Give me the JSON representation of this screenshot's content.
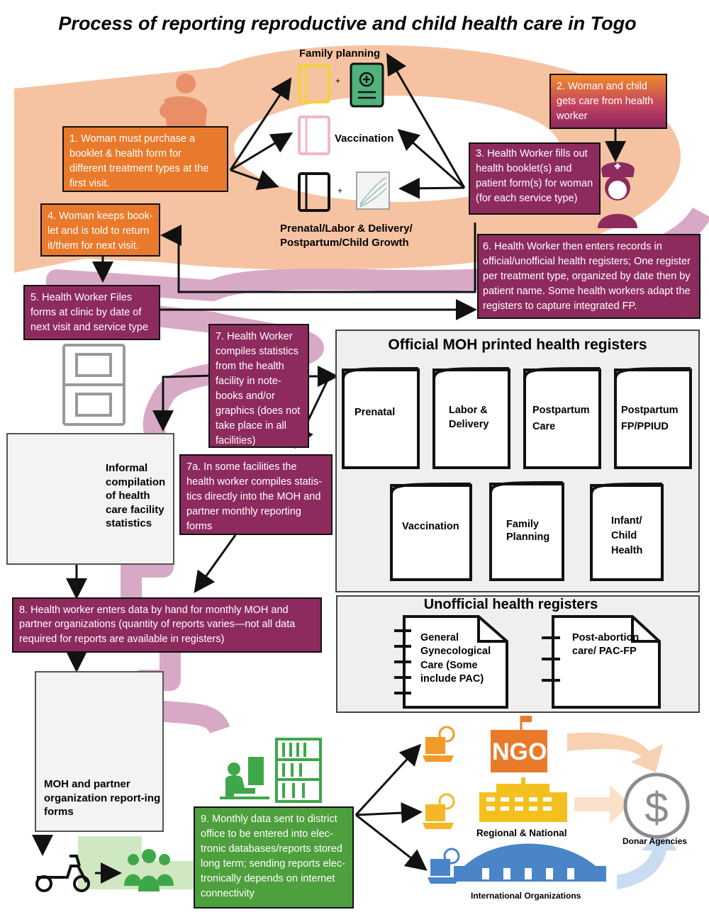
{
  "title": "Process of reporting reproductive and child health care in  Togo",
  "services": {
    "family_planning": "Family planning",
    "vaccination": "Vaccination",
    "prenatal": "Prenatal/Labor & Delivery/ Postpartum/Child Growth"
  },
  "steps": {
    "s1": "1. Woman must purchase a booklet & health form for different treatment types at the first visit.",
    "s2": "2. Woman and child gets care from health worker",
    "s3": "3. Health Worker fills out health booklet(s) and patient form(s) for woman (for each service type)",
    "s4": "4. Woman keeps book-let and is told to return it/them for next visit.",
    "s5": "5. Health Worker Files forms at clinic by date of next visit and service type",
    "s6": "6. Health Worker then enters records in official/unofficial health registers; One register per treatment type, organized by date then by patient name. Some health workers adapt the registers to capture integrated FP.",
    "s7": "7. Health Worker compiles statistics from the health facility in note-books and/or graphics (does not take place in all facilities)",
    "s7a": "7a. In some facilities the health worker compiles statis-tics directly into the MOH and partner monthly reporting forms",
    "s8": "8. Health worker enters data by hand for monthly MOH and partner organizations (quantity of reports varies—not all data required for reports are available in registers)",
    "s9": "9. Monthly data sent to district office to be entered into elec-tronic databases/reports stored long term; sending reports elec-tronically depends on internet connectivity"
  },
  "informal": "Informal compilation of health care facility statistics",
  "forms_label": "MOH and partner organization report-ing forms",
  "official": {
    "title": "Official MOH printed health registers",
    "registers": [
      "Prenatal",
      "Labor & Delivery",
      "Postpartum Care",
      "Postpartum FP/PPIUD",
      "Vaccination",
      "Family Planning",
      "Infant/ Child Health"
    ]
  },
  "unofficial": {
    "title": "Unofficial health registers",
    "registers": [
      "General Gynecological Care (Some include PAC)",
      "Post-abortion care/ PAC-FP"
    ]
  },
  "orgs": {
    "ngo": "NGO",
    "regional": "Regional & National",
    "international": "International Organizations",
    "donor": "Donar Agencies"
  },
  "plus": "+",
  "colors": {
    "orange": "#ea7a2b",
    "plum": "#8e2b5e",
    "green": "#4e9f3d",
    "peach": "#f6c3a2",
    "mauve": "#d8a9c6"
  }
}
